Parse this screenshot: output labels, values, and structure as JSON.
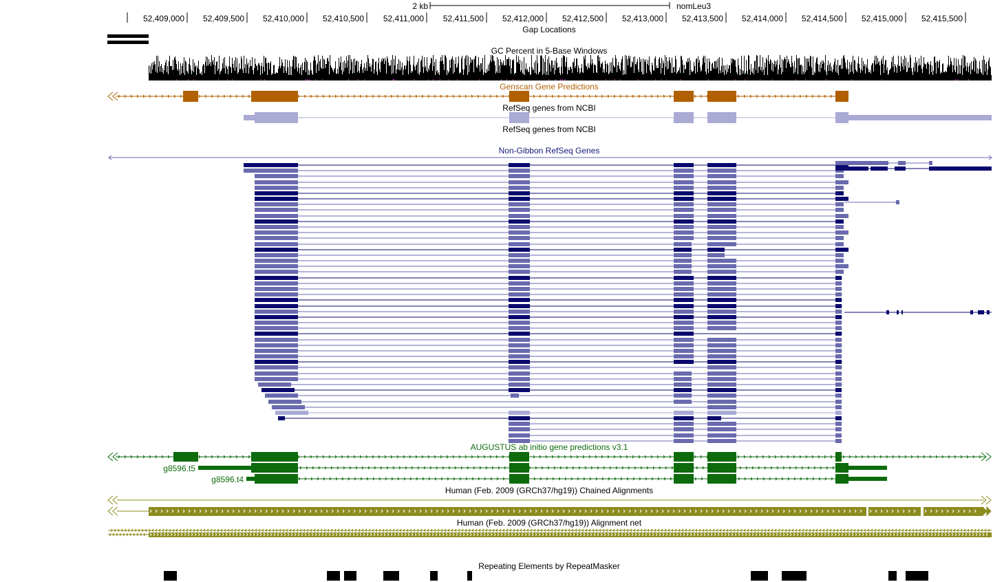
{
  "ruler": {
    "scale_label": "2 kb",
    "assembly_label": "nomLeu3",
    "positions": [
      "52,409,000",
      "52,409,500",
      "52,410,000",
      "52,410,500",
      "52,411,000",
      "52,411,500",
      "52,412,000",
      "52,412,500",
      "52,413,000",
      "52,413,500",
      "52,414,000",
      "52,414,500",
      "52,415,000",
      "52,415,500"
    ]
  },
  "tracks": {
    "gap": {
      "title": "Gap Locations"
    },
    "gc_percent": {
      "title": "GC Percent in 5-Base Windows"
    },
    "genscan": {
      "title": "Genscan Gene Predictions"
    },
    "refseq_1": {
      "title": "RefSeq genes from NCBI"
    },
    "refseq_2": {
      "title": "RefSeq genes from NCBI"
    },
    "non_gibbon_refseq": {
      "title": "Non-Gibbon RefSeq Genes"
    },
    "augustus": {
      "title": "AUGUSTUS ab initio gene predictions v3.1",
      "items": [
        "g8596.t5",
        "g8596.t4"
      ]
    },
    "chain": {
      "title": "Human (Feb. 2009 (GRCh37/hg19)) Chained Alignments"
    },
    "net": {
      "title": "Human (Feb. 2009 (GRCh37/hg19)) Alignment net"
    },
    "rmsk": {
      "title": "Repeating Elements by RepeatMasker"
    }
  },
  "colors": {
    "genscan": "#b06000",
    "refseq": "#aaaad5",
    "non_gibbon_dark": "#0a0a6e",
    "non_gibbon_mid": "#6a6aaf",
    "non_gibbon_light": "#aaaad5",
    "augustus": "#0d6b0d",
    "chain": "#8c8c1e",
    "title_blue": "#18187a",
    "black": "#000000"
  }
}
